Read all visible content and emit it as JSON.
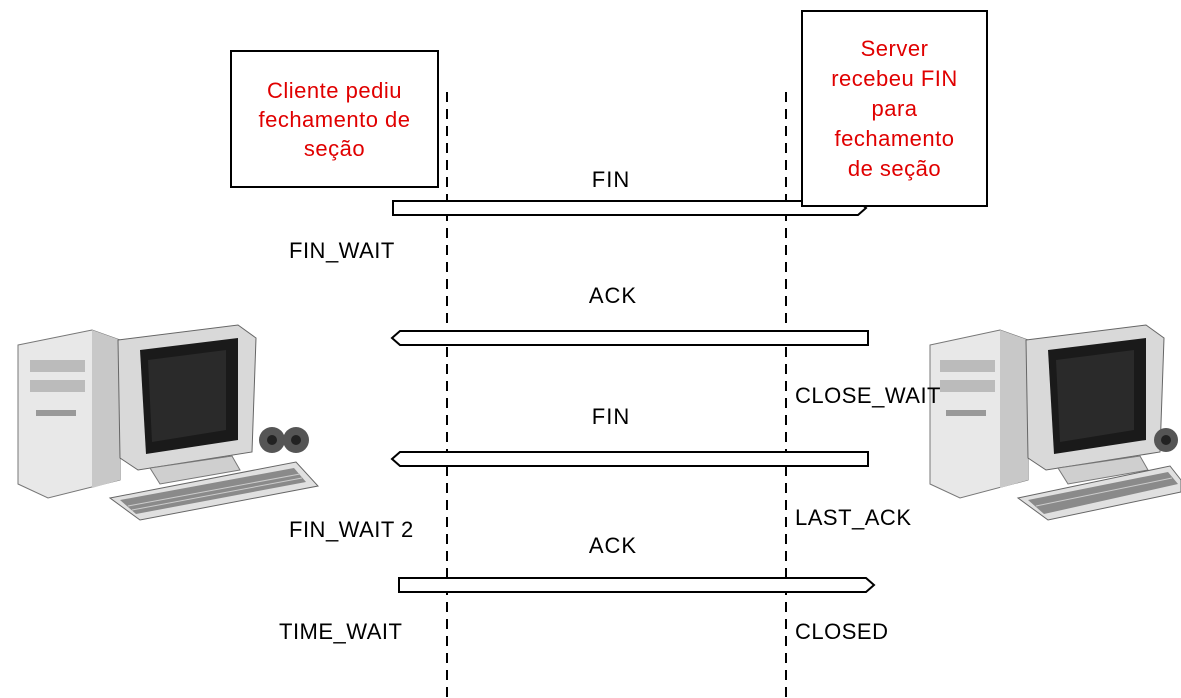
{
  "client_note": "Cliente pediu\nfechamento de\nseção",
  "server_note": "Server\nrecebeu FIN\npara\nfechamento\nde seção",
  "messages": [
    {
      "label": "FIN",
      "direction": "client-to-server"
    },
    {
      "label": "ACK",
      "direction": "server-to-client"
    },
    {
      "label": "FIN",
      "direction": "server-to-client"
    },
    {
      "label": "ACK",
      "direction": "client-to-server"
    }
  ],
  "client_states": [
    "FIN_WAIT",
    "FIN_WAIT 2",
    "TIME_WAIT"
  ],
  "server_states": [
    "CLOSE_WAIT",
    "LAST_ACK",
    "CLOSED"
  ],
  "colors": {
    "note_text": "#e00000",
    "lines": "#000000"
  },
  "icons": [
    "client-computer-icon",
    "server-computer-icon"
  ]
}
